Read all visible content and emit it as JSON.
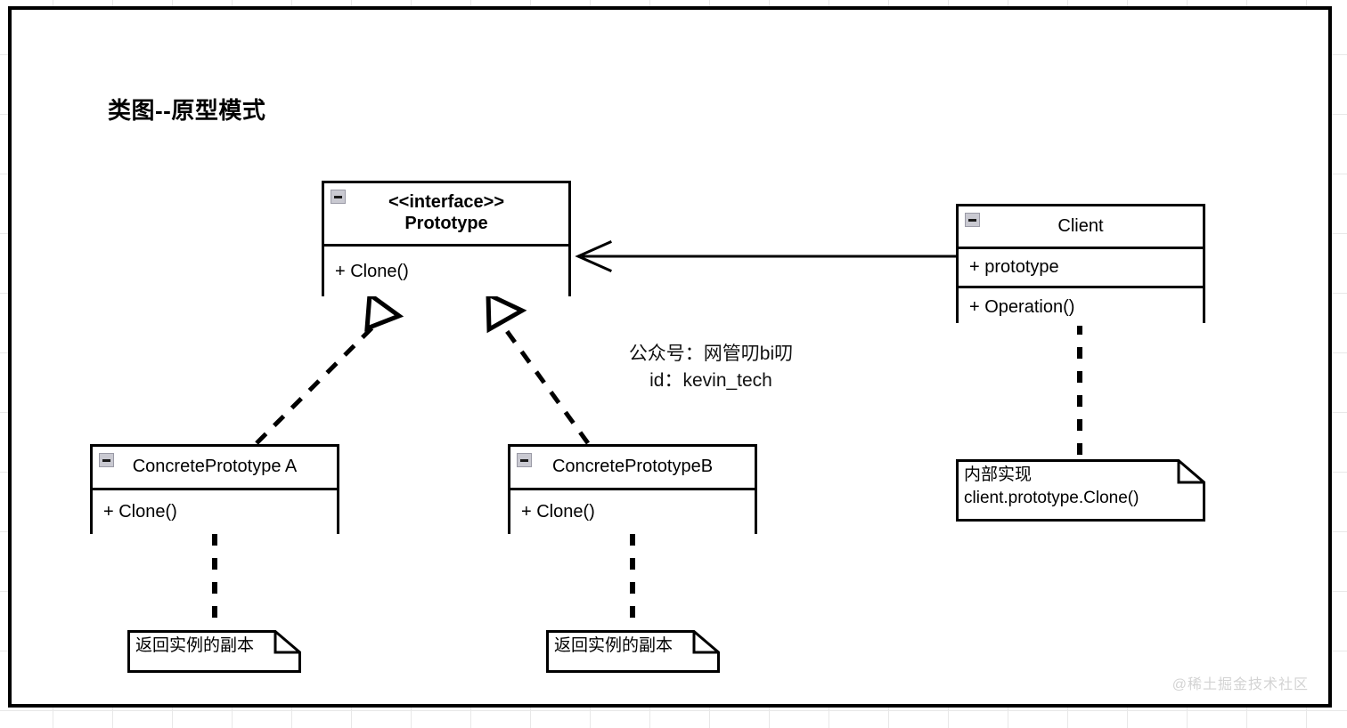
{
  "canvas": {
    "title": "类图--原型模式"
  },
  "classes": {
    "prototype": {
      "stereotype": "<<interface>>",
      "name": "Prototype",
      "methods": [
        "+ Clone()"
      ]
    },
    "client": {
      "name": "Client",
      "attributes": [
        "+ prototype"
      ],
      "methods": [
        "+ Operation()"
      ]
    },
    "concrete_a": {
      "name": "ConcretePrototype A",
      "methods": [
        "+ Clone()"
      ]
    },
    "concrete_b": {
      "name": "ConcretePrototypeB",
      "methods": [
        "+ Clone()"
      ]
    }
  },
  "notes": {
    "client_note": {
      "line1": "内部实现",
      "line2": "client.prototype.Clone()"
    },
    "note_a": {
      "line1": "返回实例的副本"
    },
    "note_b": {
      "line1": "返回实例的副本"
    }
  },
  "watermarks": {
    "center_line1": "公众号：网管叨bi叨",
    "center_line2": "id：kevin_tech",
    "corner": "@稀土掘金技术社区"
  },
  "icons": {
    "collapse": "minus-square"
  },
  "colors": {
    "stroke": "#000000",
    "canvas": "#ffffff",
    "grid": "#e8e8e8",
    "collapse_fill": "#c9c9d1",
    "watermark": "#d3d3d3"
  }
}
